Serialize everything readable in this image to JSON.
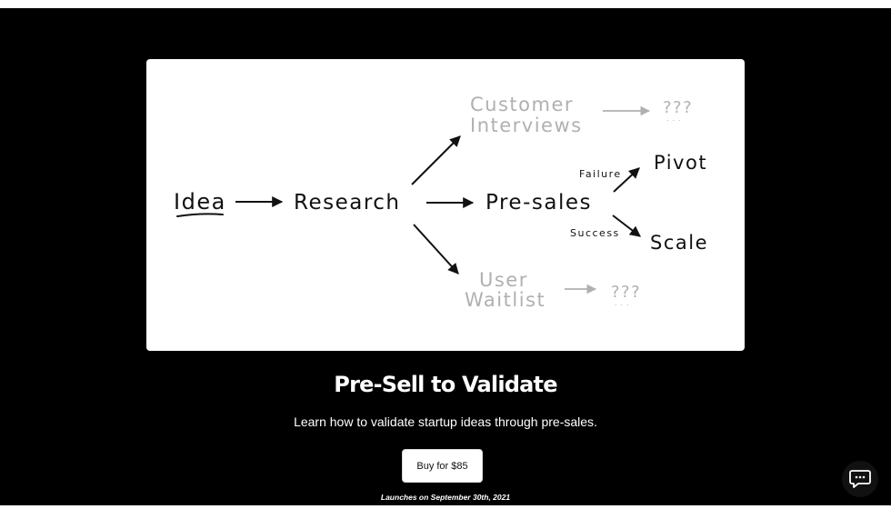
{
  "diagram": {
    "nodes": {
      "idea": "Idea",
      "research": "Research",
      "customer_interviews_line1": "Customer",
      "customer_interviews_line2": "Interviews",
      "pre_sales": "Pre-sales",
      "user_waitlist_line1": "User",
      "user_waitlist_line2": "Waitlist",
      "pivot": "Pivot",
      "scale": "Scale",
      "unknown_top": "???",
      "unknown_bottom": "???"
    },
    "edge_labels": {
      "failure": "Failure",
      "success": "Success"
    },
    "colors": {
      "active": "#111111",
      "faded": "#b0b0b0"
    }
  },
  "product": {
    "title": "Pre-Sell to Validate",
    "subtitle": "Learn how to validate startup ideas through pre-sales.",
    "buy_label": "Buy for $85",
    "launch_note": "Launches on September 30th, 2021"
  },
  "chat_widget": {
    "icon": "chat-bubble-icon"
  }
}
